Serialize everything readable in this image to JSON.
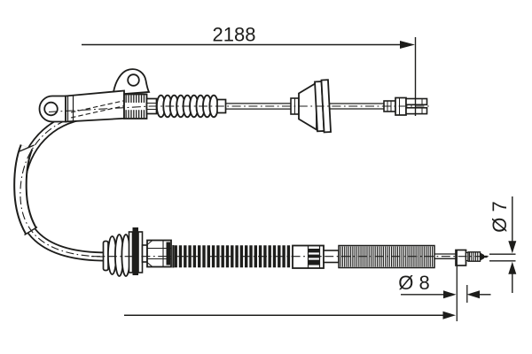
{
  "drawing": {
    "colors": {
      "background": "#ffffff",
      "line": "#1d1d1b"
    },
    "annotations": {
      "total_length": "2188",
      "small_end_diameter": "Ø 7",
      "large_end_diameter": "Ø 8"
    }
  }
}
